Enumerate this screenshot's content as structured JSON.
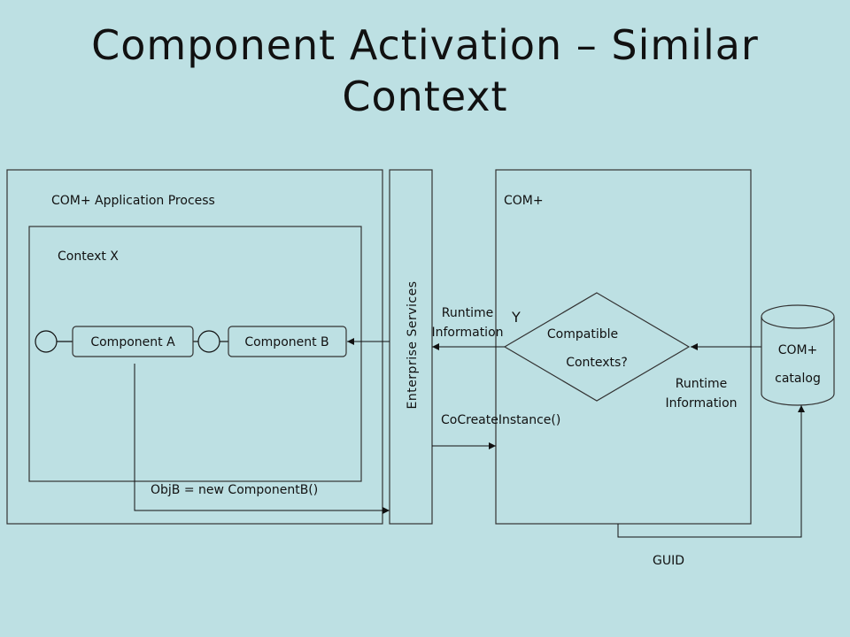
{
  "slide": {
    "title_line1": "Component Activation – Similar",
    "title_line2": "Context"
  },
  "diagram": {
    "app_process_label": "COM+ Application Process",
    "context_label": "Context X",
    "component_a": "Component A",
    "component_b": "Component B",
    "objb_label": "ObjB = new ComponentB()",
    "enterprise_services": "Enterprise Services",
    "complus_label": "COM+",
    "compatible_line1": "Compatible",
    "compatible_line2": "Contexts?",
    "runtime_info_left_1": "Runtime",
    "runtime_info_left_2": "Information",
    "yes_label": "Y",
    "runtime_info_right_1": "Runtime",
    "runtime_info_right_2": "Information",
    "cocreate_label": "CoCreateInstance()",
    "catalog_line1": "COM+",
    "catalog_line2": "catalog",
    "guid_label": "GUID"
  }
}
